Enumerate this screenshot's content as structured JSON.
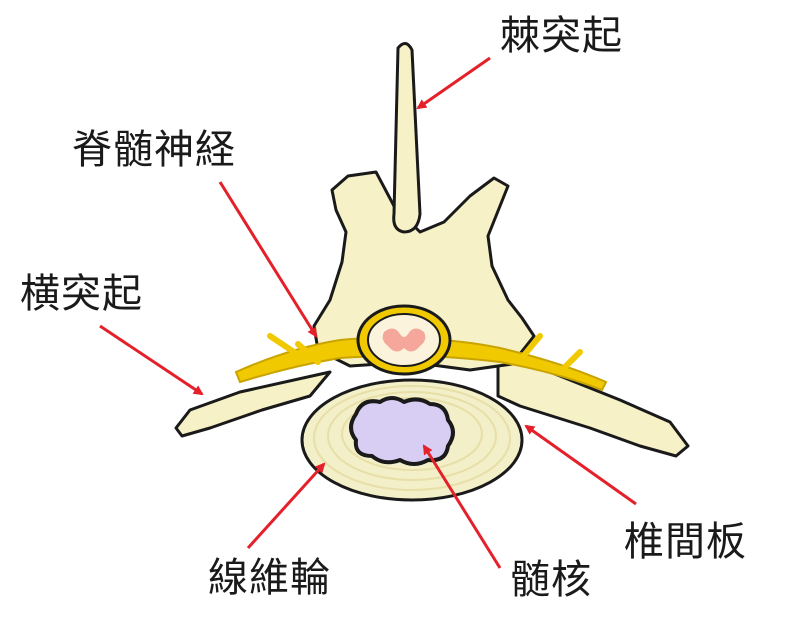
{
  "labels": {
    "spinous_process": "棘突起",
    "spinal_nerve": "脊髄神経",
    "transverse_process": "横突起",
    "intervertebral_disc": "椎間板",
    "annulus_fibrosus": "線維輪",
    "nucleus_pulposus": "髄核"
  },
  "colors": {
    "bone": "#f6f1c6",
    "bone_outline": "#1a1a1a",
    "disc_fill": "#f3efc8",
    "disc_rings": "#e7dfa7",
    "nerve": "#f0c900",
    "nerve_dark": "#c9a400",
    "nucleus": "#d8cdf3",
    "spinal_cord_center": "#f4a79a",
    "arrow": "#e4202a",
    "text": "#1a1a1a"
  }
}
